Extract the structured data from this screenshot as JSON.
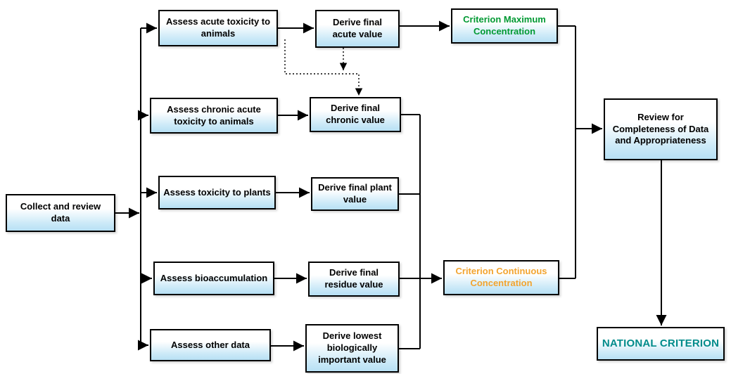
{
  "diagram": {
    "description": "Flowchart for deriving national water quality criterion",
    "colors": {
      "background": "#ffffff",
      "box_border": "#000000",
      "box_fill_top": "#ffffff",
      "box_fill_bottom": "#b7e0f4",
      "text_default": "#000000",
      "connector": "#000000",
      "criterion_maximum_text": "#009933",
      "criterion_continuous_text": "#f2a430",
      "national_criterion_text": "#008b8b"
    },
    "nodes": {
      "collect": {
        "label": "Collect and review data"
      },
      "assess_acute": {
        "label": "Assess acute toxicity to animals"
      },
      "assess_chronic": {
        "label": "Assess chronic acute toxicity  to animals"
      },
      "assess_plants": {
        "label": "Assess  toxicity  to plants"
      },
      "assess_bioaccumulation": {
        "label": "Assess bioaccumulation"
      },
      "assess_other": {
        "label": "Assess  other data"
      },
      "derive_acute": {
        "label": "Derive final acute value"
      },
      "derive_chronic": {
        "label": "Derive final chronic  value"
      },
      "derive_plant": {
        "label": "Derive final plant value"
      },
      "derive_residue": {
        "label": "Derive final residue value"
      },
      "derive_lowest": {
        "label": "Derive lowest biologically important value"
      },
      "criterion_maximum": {
        "label": "Criterion Maximum Concentration"
      },
      "criterion_continuous": {
        "label": "Criterion Continuous Concentration"
      },
      "review": {
        "label": "Review for Completeness of Data and Appropriateness"
      },
      "national": {
        "label": "NATIONAL CRITERION"
      }
    }
  }
}
